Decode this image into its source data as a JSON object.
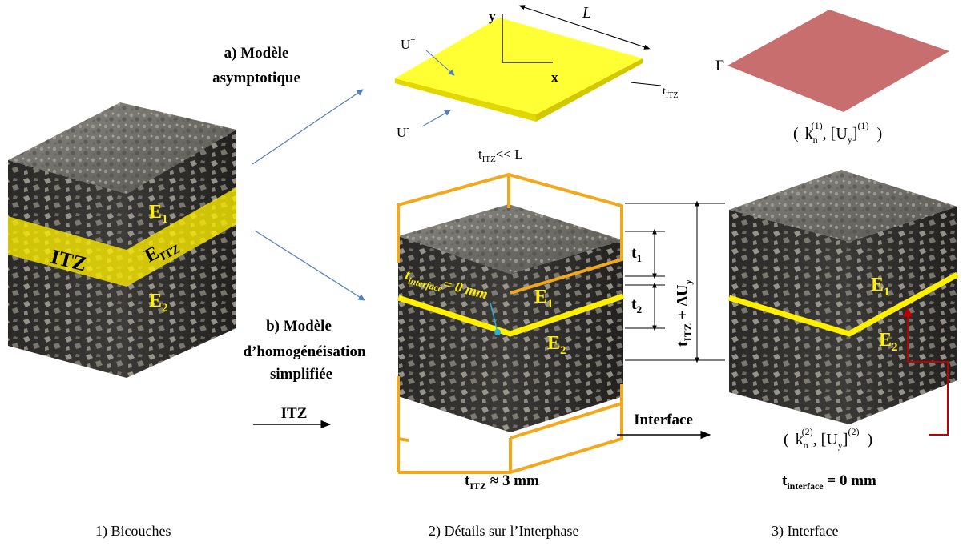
{
  "model_a": {
    "line1": "a) Modèle",
    "line2": "asymptotique"
  },
  "model_b": {
    "line1": "b) Modèle",
    "line2": "d’homogénéisation",
    "line3": "simplifiée"
  },
  "itz_arrow_label": "ITZ",
  "interface_arrow_label": "Interface",
  "plate": {
    "y": "y",
    "x": "x",
    "L": "L",
    "u_plus": "U",
    "u_plus_sup": "+",
    "u_minus": "U",
    "u_minus_sup": "-",
    "t_itz": "t",
    "t_itz_sub": "ITZ",
    "cond": "t",
    "cond_sub": "ITZ",
    "cond_rest": "<< L"
  },
  "gamma": "Γ",
  "interface_params_1": {
    "open": "(",
    "k": "k",
    "k_sub": "n",
    "k_sup": "(1)",
    "u": ", [U",
    "u_sub": "y",
    "u_close": "]",
    "u_sup": "(1)",
    "close": ")"
  },
  "interface_params_2": {
    "open": "(",
    "k": "k",
    "k_sub": "n",
    "k_sup": "(2)",
    "u": ", [U",
    "u_sub": "y",
    "u_close": "]",
    "u_sup": "(2)",
    "close": ")"
  },
  "block1": {
    "e1": "E",
    "e1_sub": "1",
    "eitz": "E",
    "eitz_sub": "ITZ",
    "itz": "ITZ",
    "e2": "E",
    "e2_sub": "2"
  },
  "block2": {
    "e1": "E",
    "e1_sub": "1",
    "e2": "E",
    "e2_sub": "2",
    "tint": "t",
    "tint_sub": "interface",
    "tint_rest": "= 0 mm"
  },
  "block3": {
    "e1": "E",
    "e1_sub": "1",
    "e2": "E",
    "e2_sub": "2"
  },
  "dims": {
    "t1": "t",
    "t1_sub": "1",
    "t2": "t",
    "t2_sub": "2",
    "total": "t",
    "total_sub": "ITZ",
    "total_rest": " + ΔU",
    "total_rest_sub": "y"
  },
  "thickness_itz": {
    "t": "t",
    "sub": "ITZ",
    "rest": " ≈ 3 mm"
  },
  "thickness_interface": {
    "t": "t",
    "sub": "interface",
    "rest": " = 0 mm"
  },
  "captions": [
    "1) Bicouches",
    "2) Détails sur l’Interphase",
    "3) Interface"
  ],
  "colors": {
    "itz_yellow": "#ffef00",
    "plate_yellow": "#ffff33",
    "frame_orange": "#f2a81d",
    "gamma_fill": "#c86e6e",
    "arrow_blue": "#4f81bd",
    "arrow_red": "#c00000"
  }
}
